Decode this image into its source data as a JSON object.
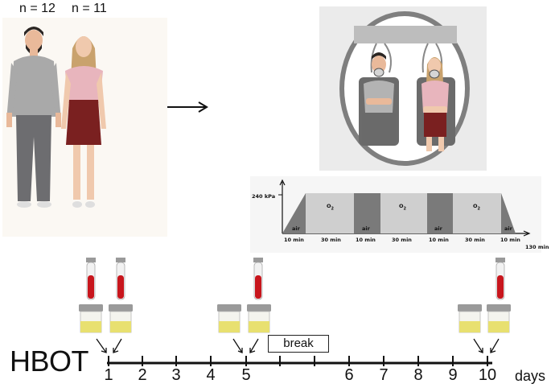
{
  "groups": {
    "men_label": "n = 12",
    "women_label": "n = 11"
  },
  "hbot_label": "HBOT",
  "days_label": "days",
  "break_label": "break",
  "timeline_days": [
    "1",
    "2",
    "3",
    "4",
    "5",
    "6",
    "7",
    "8",
    "9",
    "10"
  ],
  "pressure_profile": {
    "y_label": "240 kPa",
    "x_end_label": "130 min",
    "segments": [
      {
        "gas": "air",
        "duration": "10 min"
      },
      {
        "gas": "O2",
        "duration": "30 min"
      },
      {
        "gas": "air",
        "duration": "10 min"
      },
      {
        "gas": "O2",
        "duration": "30 min"
      },
      {
        "gas": "air",
        "duration": "10 min"
      },
      {
        "gas": "O2",
        "duration": "30 min"
      },
      {
        "gas": "air",
        "duration": "10 min"
      }
    ]
  },
  "sampling_days": [
    "1",
    "5",
    "10"
  ],
  "colors": {
    "blood": "#c8161d",
    "urine": "#e8e070",
    "air_segment": "#7a7a7a",
    "o2_segment": "#cfcfcf"
  }
}
